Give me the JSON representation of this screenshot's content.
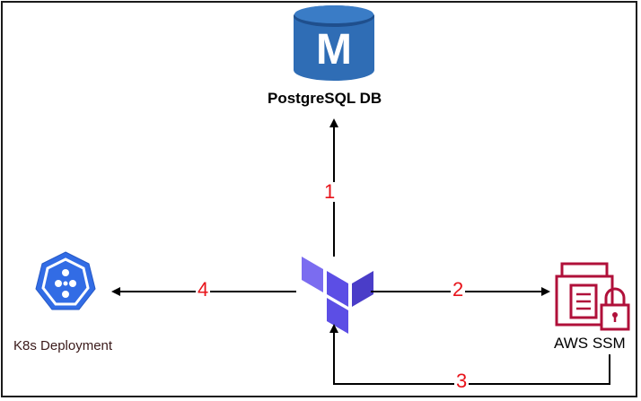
{
  "nodes": {
    "db": {
      "letter": "M",
      "label": "PostgreSQL DB"
    },
    "k8s": {
      "label": "K8s Deployment"
    },
    "ssm": {
      "label": "AWS SSM"
    },
    "terraform": {
      "label": ""
    }
  },
  "edges": {
    "step1": "1",
    "step2": "2",
    "step3": "3",
    "step4": "4"
  },
  "colors": {
    "db_blue": "#2f6db5",
    "terraform_purple": "#5c4ee5",
    "k8s_blue": "#326ce5",
    "ssm_red": "#b0103a",
    "step_red": "#e8141b"
  },
  "icons": [
    "database-icon",
    "terraform-icon",
    "kubernetes-icon",
    "aws-ssm-icon",
    "lock-icon"
  ]
}
